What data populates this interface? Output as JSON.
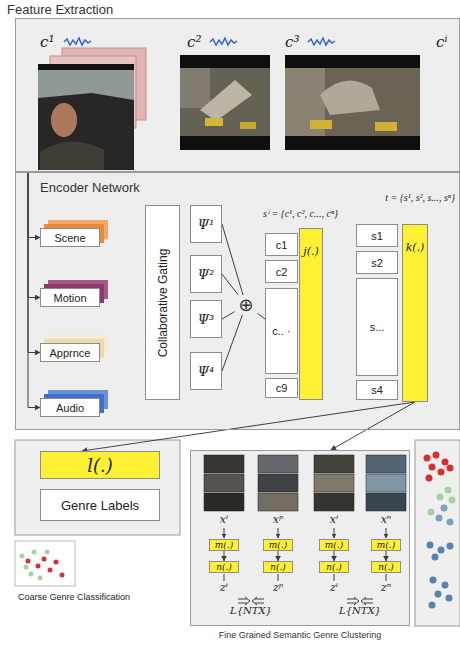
{
  "diagram": {
    "nodes": [
      {
        "text": [
          "Feature Extraction"
        ]
      },
      {
        "text": [
          "Encoder Network"
        ]
      },
      {
        "text": [
          "Scene"
        ],
        "in": 1
      },
      {
        "text": [
          "Motion"
        ],
        "in": 1
      },
      {
        "text": [
          "Apprnce"
        ],
        "in": 1
      },
      {
        "text": [
          "Audio"
        ],
        "in": 1
      },
      {
        "text": [
          "Collaborative Gating"
        ],
        "in": 1
      },
      {
        "text": [
          "Ψ¹"
        ],
        "in": 1
      },
      {
        "text": [
          "Ψ²"
        ],
        "in": 1
      },
      {
        "text": [
          "Ψ³"
        ],
        "in": 1
      },
      {
        "text": [
          "Ψ⁴"
        ],
        "in": 1
      },
      {
        "text": [
          "⊕"
        ],
        "in": 1
      },
      {
        "text": [
          "c1"
        ],
        "in": 1
      },
      {
        "text": [
          "c2"
        ],
        "in": 1
      },
      {
        "text": [
          "c.. ·"
        ],
        "in": 1
      },
      {
        "text": [
          "c9"
        ],
        "in": 1
      },
      {
        "text": [
          "j(.)"
        ],
        "in": 1
      },
      {
        "text": [
          "s1"
        ],
        "in": 1
      },
      {
        "text": [
          "s2"
        ],
        "in": 1
      },
      {
        "text": [
          "s..."
        ],
        "in": 1
      },
      {
        "text": [
          "s4"
        ],
        "in": 1
      },
      {
        "text": [
          "k(.)"
        ],
        "in": 1
      },
      {
        "text": [
          "l(.)"
        ]
      },
      {
        "text": [
          "Genre Labels"
        ]
      },
      {
        "text": [
          "Fine Grained Semantic Genre Clustering"
        ]
      },
      {
        "text": [
          "m(.)"
        ],
        "in": 24
      },
      {
        "text": [
          "m(.)"
        ],
        "in": 24
      },
      {
        "text": [
          "m(.)"
        ],
        "in": 24
      },
      {
        "text": [
          "m(.)"
        ],
        "in": 24
      },
      {
        "text": [
          "n(.)"
        ],
        "in": 24
      },
      {
        "text": [
          "n(.)"
        ],
        "in": 24
      },
      {
        "text": [
          "n(.)"
        ],
        "in": 24
      },
      {
        "text": [
          "n(.)"
        ],
        "in": 24
      }
    ],
    "edges": [
      {
        "from": 0,
        "to": 2,
        "arrow": "to"
      },
      {
        "from": 0,
        "to": 3,
        "arrow": "to"
      },
      {
        "from": 0,
        "to": 4,
        "arrow": "to"
      },
      {
        "from": 0,
        "to": 5,
        "arrow": "to"
      },
      {
        "from": 7,
        "to": 11,
        "arrow": "none"
      },
      {
        "from": 8,
        "to": 11,
        "arrow": "none"
      },
      {
        "from": 9,
        "to": 11,
        "arrow": "none"
      },
      {
        "from": 10,
        "to": 11,
        "arrow": "none"
      },
      {
        "from": 11,
        "to": 14,
        "arrow": "none"
      },
      {
        "from": 21,
        "to": 22,
        "arrow": "to"
      },
      {
        "from": 21,
        "to": 24,
        "arrow": "to"
      },
      {
        "from": 25,
        "to": 29,
        "arrow": "to"
      },
      {
        "from": 26,
        "to": 30,
        "arrow": "to"
      },
      {
        "from": 27,
        "to": 31,
        "arrow": "to"
      },
      {
        "from": 28,
        "to": 32,
        "arrow": "to"
      }
    ],
    "labels": [
      "c¹",
      "c²",
      "c³",
      "cⁱ",
      "sⁱ = {c¹, c², c..., cⁿ}",
      "t = {s¹, s², s..., sⁿ}",
      "xⁱ",
      "xᵖ",
      "xⁱ",
      "xⁿ",
      "zⁱ",
      "zᵖ",
      "zⁱ",
      "zⁿ",
      "L{NTX}",
      "L{NTX}",
      "Coarse Genre Classification"
    ]
  }
}
